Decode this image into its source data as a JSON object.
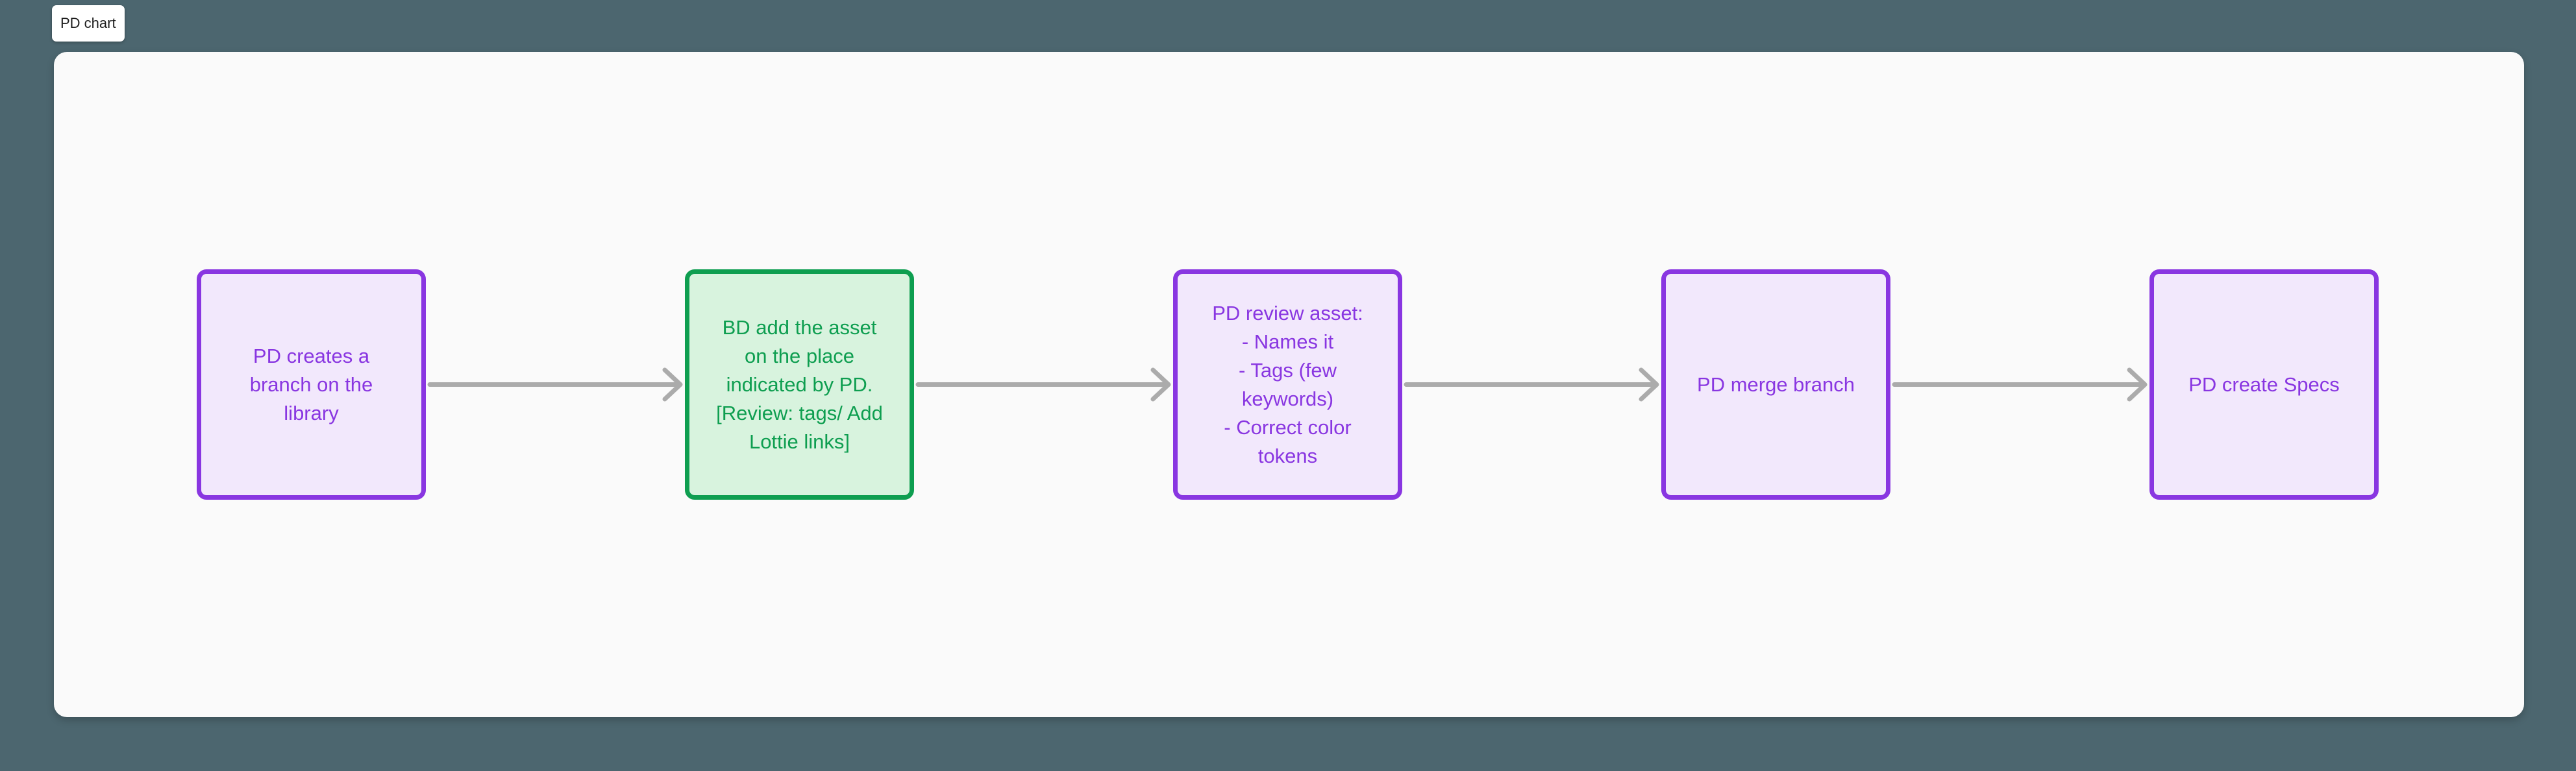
{
  "board_label": {
    "text": "PD chart"
  },
  "colors": {
    "page_background": "#4C666F",
    "canvas_background": "#FAFAFA",
    "purple_accent": "#8936E1",
    "purple_fill": "#F2E8FC",
    "green_accent": "#0E9E50",
    "green_fill": "#D8F3DE",
    "connector_gray": "#ABABAB",
    "label_text": "#1E1E1E"
  },
  "flowchart": {
    "nodes": [
      {
        "id": "pd-creates-branch",
        "color": "purple",
        "label": "PD creates a\nbranch on the\nlibrary"
      },
      {
        "id": "bd-add-asset",
        "color": "green",
        "label": "BD add the asset\non the place\nindicated by PD.\n[Review: tags/ Add\nLottie links]"
      },
      {
        "id": "pd-review-asset",
        "color": "purple",
        "label": "PD review asset:\n- Names it\n- Tags (few\nkeywords)\n- Correct color\ntokens"
      },
      {
        "id": "pd-merge-branch",
        "color": "purple",
        "label": "PD merge branch"
      },
      {
        "id": "pd-create-specs",
        "color": "purple",
        "label": "PD create Specs"
      }
    ],
    "connectors": [
      {
        "from": "pd-creates-branch",
        "to": "bd-add-asset",
        "direction": "right"
      },
      {
        "from": "bd-add-asset",
        "to": "pd-review-asset",
        "direction": "right"
      },
      {
        "from": "pd-review-asset",
        "to": "pd-merge-branch",
        "direction": "right"
      },
      {
        "from": "pd-merge-branch",
        "to": "pd-create-specs",
        "direction": "right"
      }
    ]
  }
}
